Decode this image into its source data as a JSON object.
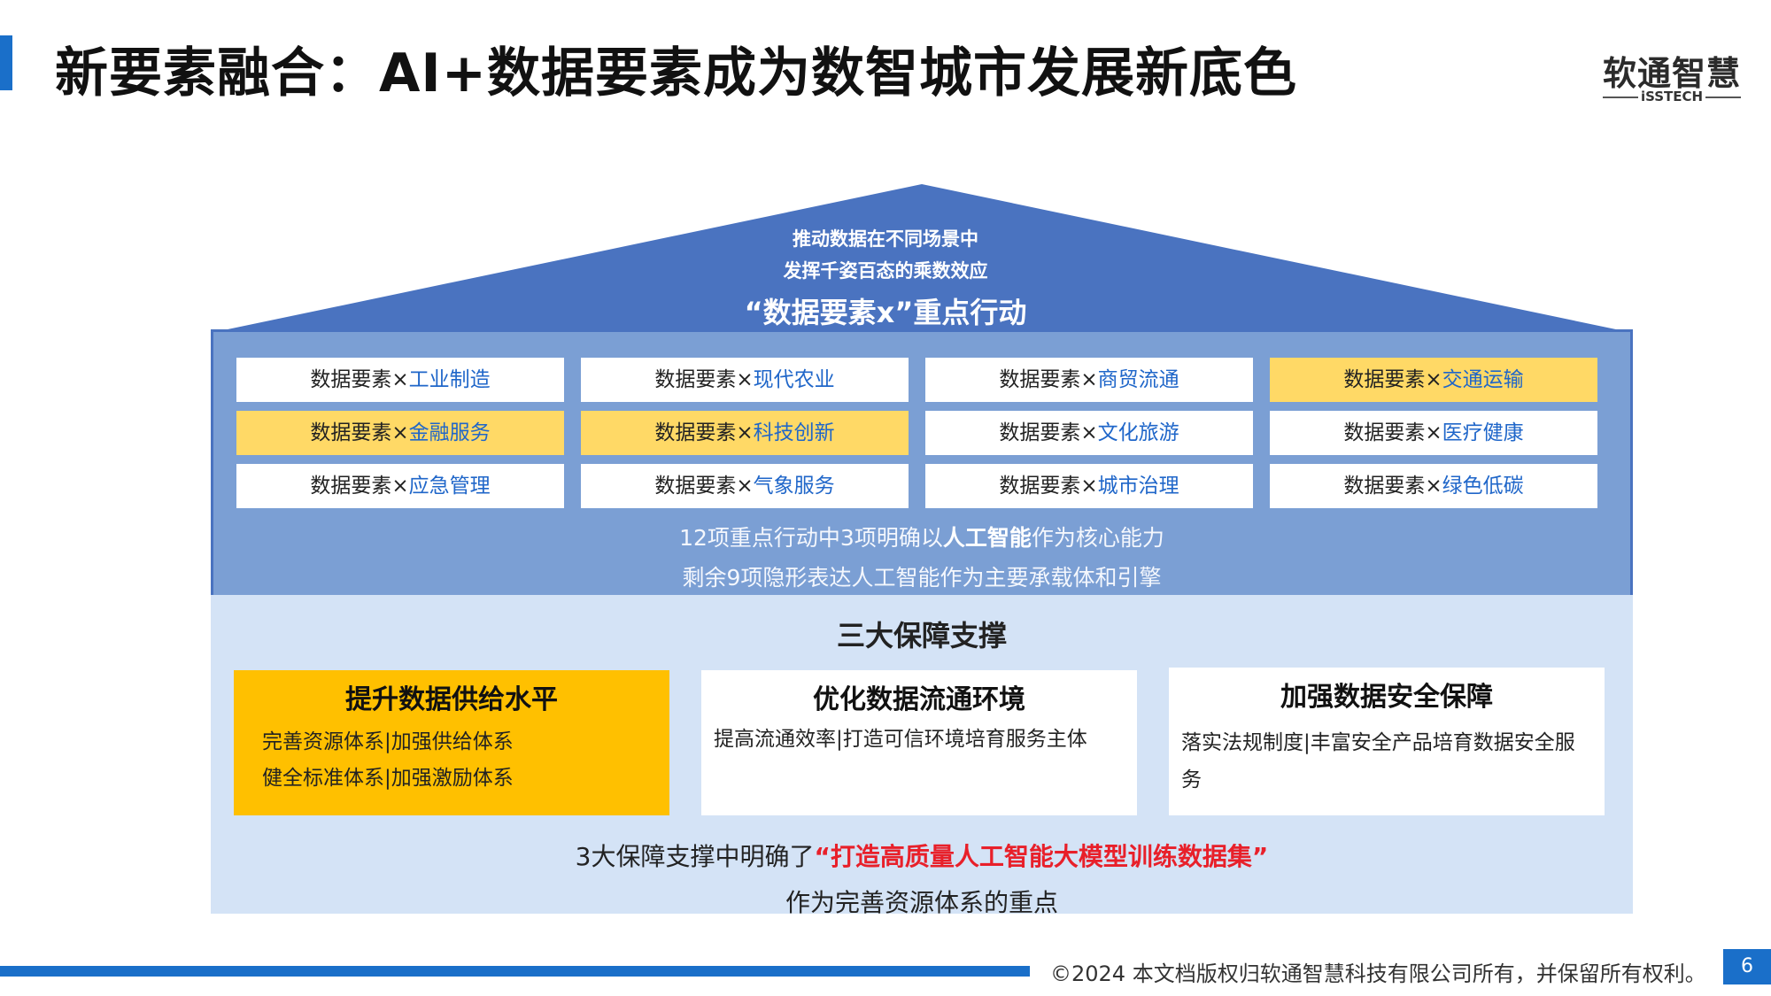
{
  "title": "新要素融合：AI+数据要素成为数智城市发展新底色",
  "logo": {
    "main": "软通智慧",
    "sub": "iSSTECH"
  },
  "roof": {
    "line1": "推动数据在不同场景中",
    "line2": "发挥千姿百态的乘数效应",
    "line3": "“数据要素x”重点行动"
  },
  "actions": {
    "prefix": "数据要素×",
    "items": [
      {
        "suffix": "工业制造",
        "highlight": false
      },
      {
        "suffix": "现代农业",
        "highlight": false
      },
      {
        "suffix": "商贸流通",
        "highlight": false
      },
      {
        "suffix": "交通运输",
        "highlight": true
      },
      {
        "suffix": "金融服务",
        "highlight": true
      },
      {
        "suffix": "科技创新",
        "highlight": true
      },
      {
        "suffix": "文化旅游",
        "highlight": false
      },
      {
        "suffix": "医疗健康",
        "highlight": false
      },
      {
        "suffix": "应急管理",
        "highlight": false
      },
      {
        "suffix": "气象服务",
        "highlight": false
      },
      {
        "suffix": "城市治理",
        "highlight": false
      },
      {
        "suffix": "绿色低碳",
        "highlight": false
      }
    ]
  },
  "summary": {
    "line1_pre": "12项重点行动中3项明确以",
    "line1_bold": "人工智能",
    "line1_post": "作为核心能力",
    "line2": "剩余9项隐形表达人工智能作为主要承载体和引擎"
  },
  "guarantees": {
    "title": "三大保障支撑",
    "boxes": [
      {
        "title": "提升数据供给水平",
        "lines": [
          "完善资源体系|加强供给体系",
          "健全标准体系|加强激励体系"
        ]
      },
      {
        "title": "优化数据流通环境",
        "lines": [
          "提高流通效率|打造可信环境培育服务主体"
        ]
      },
      {
        "title": "加强数据安全保障",
        "lines": [
          "落实法规制度|丰富安全产品培育数据安全服",
          "务"
        ]
      }
    ]
  },
  "conclusion": {
    "pre": "3大保障支撑中明确了",
    "highlight": "“打造高质量人工智能大模型训练数据集”",
    "line2": "作为完善资源体系的重点"
  },
  "footer": {
    "copyright": "©2024 本文档版权归软通智慧科技有限公司所有，并保留所有权利。",
    "page": "6"
  },
  "colors": {
    "accent": "#1a6fc9",
    "roof": "#4a73c0",
    "band": "#7b9fd4",
    "base": "#d4e3f6",
    "highlight": "#ffd966",
    "gold": "#ffc000",
    "red": "#e8202a"
  }
}
